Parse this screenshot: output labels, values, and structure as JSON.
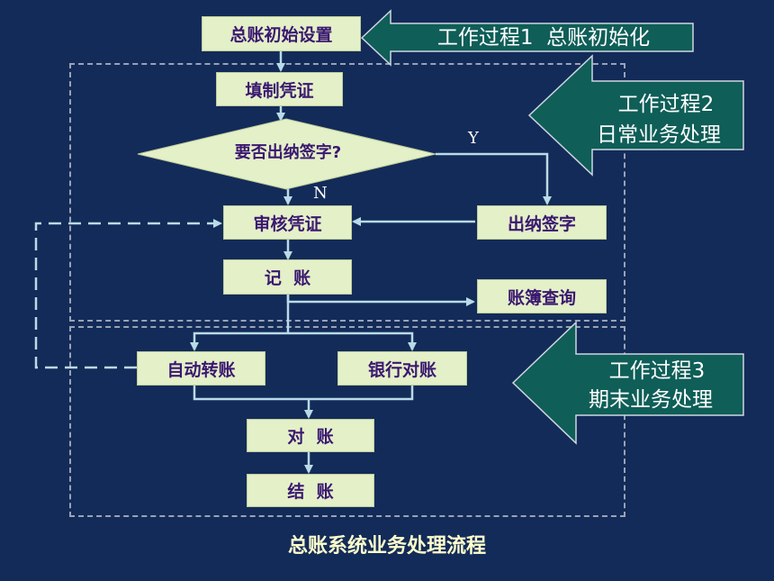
{
  "nodes": {
    "init": "总账初始设置",
    "fill": "填制凭证",
    "decision": "要否出纳签字?",
    "review": "审核凭证",
    "cashier": "出纳签字",
    "post": "记  账",
    "query": "账簿查询",
    "auto": "自动转账",
    "bank": "银行对账",
    "reconcile": "对  账",
    "close": "结  账"
  },
  "branch_labels": {
    "yes": "Y",
    "no": "N"
  },
  "processes": {
    "p1": "工作过程1  总账初始化",
    "p2_line1": "工作过程2",
    "p2_line2": "日常业务处理",
    "p3_line1": "工作过程3",
    "p3_line2": "期末业务处理"
  },
  "caption": "总账系统业务处理流程",
  "colors": {
    "background": "#132b59",
    "box_fill": "#e4f0c8",
    "box_text": "#3a1870",
    "arrow_fill": "#0f5e58",
    "line": "#b9dbe8",
    "dashed": "#9aa3b3",
    "caption": "#ffffcc"
  }
}
